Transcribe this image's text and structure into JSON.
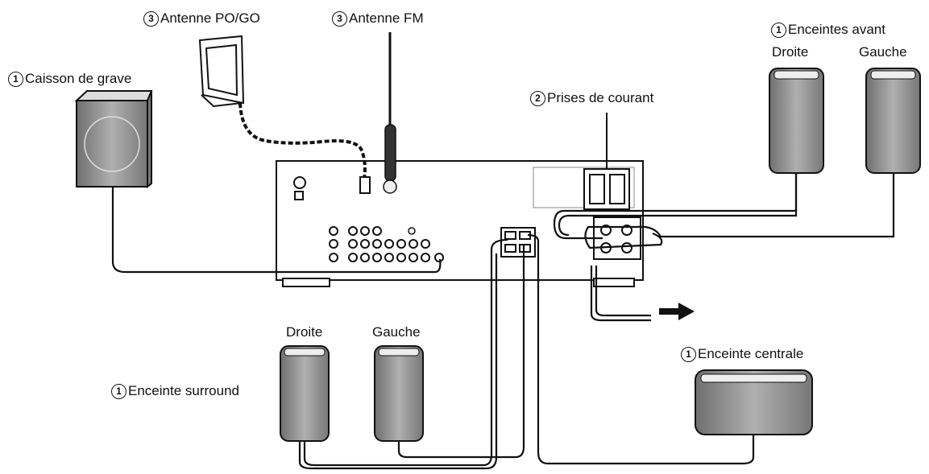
{
  "labels": {
    "am_antenna": {
      "num": "3",
      "text": "Antenne PO/GO"
    },
    "fm_antenna": {
      "num": "3",
      "text": "Antenne FM"
    },
    "front_speakers": {
      "num": "1",
      "text": "Enceintes avant"
    },
    "front_right": "Droite",
    "front_left": "Gauche",
    "subwoofer": {
      "num": "1",
      "text": "Caisson de grave"
    },
    "outlets": {
      "num": "2",
      "text": "Prises de courant"
    },
    "surround_right": "Droite",
    "surround_left": "Gauche",
    "surround": {
      "num": "1",
      "text": "Enceinte surround"
    },
    "center": {
      "num": "1",
      "text": "Enceinte centrale"
    }
  },
  "colors": {
    "line": "#111111",
    "speaker_fill": "#9a9a9a",
    "speaker_dark": "#555555",
    "panel": "#ffffff"
  }
}
